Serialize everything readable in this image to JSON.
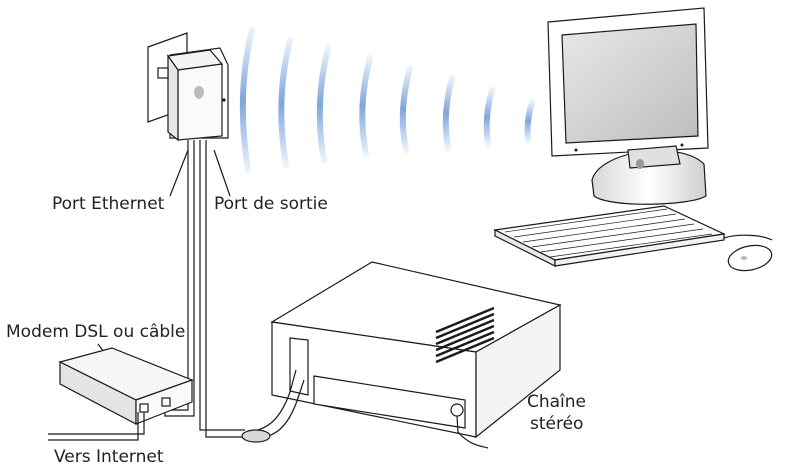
{
  "labels": {
    "ethernet_port": "Port Ethernet",
    "output_port": "Port de sortie",
    "modem": "Modem DSL ou câble",
    "stereo_line1": "Chaîne",
    "stereo_line2": "stéréo",
    "internet": "Vers Internet"
  },
  "icons": {
    "base_station": "airport-express-icon",
    "computer": "imac-icon",
    "keyboard": "keyboard-icon",
    "mouse": "mouse-icon",
    "modem": "modem-icon",
    "stereo": "stereo-icon",
    "wifi": "wifi-waves-icon"
  },
  "colors": {
    "wave": "#7ea6dc",
    "line": "#1a1a1a",
    "cable_fill": "#ffffff"
  }
}
